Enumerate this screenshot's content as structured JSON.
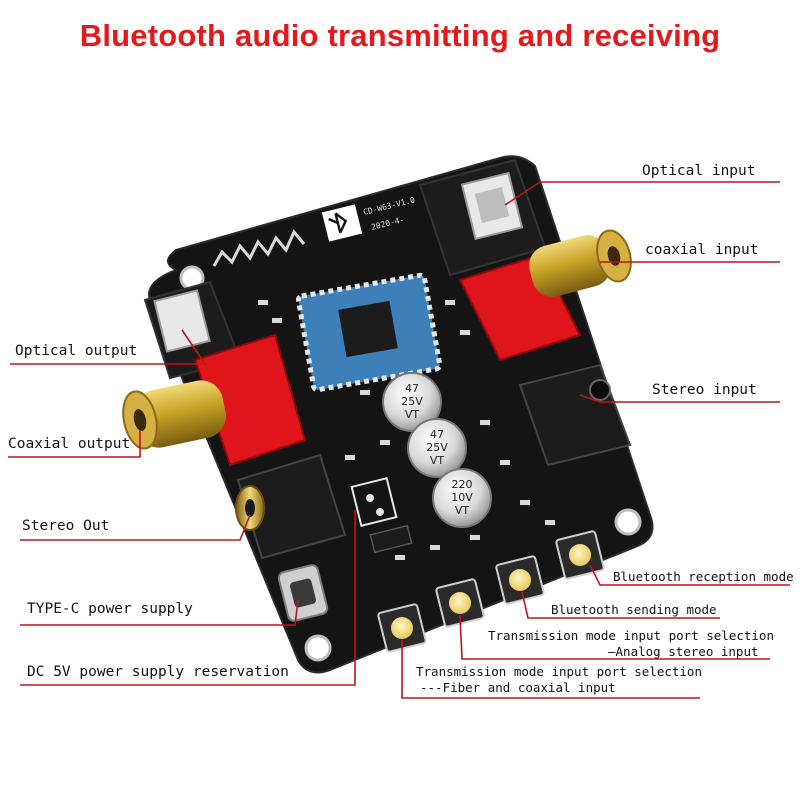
{
  "title": "Bluetooth audio transmitting and receiving",
  "board_marking": {
    "model": "CD-W63-V1.0",
    "date": "2020-4-"
  },
  "capacitors": [
    {
      "value": "47",
      "voltage": "25V",
      "mark": "VT"
    },
    {
      "value": "47",
      "voltage": "25V",
      "mark": "VT"
    },
    {
      "value": "220",
      "voltage": "10V",
      "mark": "VT"
    }
  ],
  "labels": {
    "optical_input": "Optical input",
    "coaxial_input": "coaxial input",
    "stereo_input": "Stereo input",
    "optical_output": "Optical output",
    "coaxial_output": "Coaxial output",
    "stereo_out": "Stereo Out",
    "type_c_power": "TYPE-C power supply",
    "dc5v_reservation": "DC 5V power supply reservation",
    "bt_reception_mode": "Bluetooth reception mode",
    "bt_sending_mode": "Bluetooth sending mode",
    "analog_selection_line1": "Transmission mode input port selection",
    "analog_selection_line2": "—Analog stereo input",
    "fiber_selection_line1": "Transmission mode input port selection",
    "fiber_selection_line2": "---Fiber and coaxial input"
  },
  "colors": {
    "title": "#e3191c",
    "leader_line": "#c0141b",
    "pcb": "#141414",
    "rca_red": "#e0141b",
    "rca_gold": "#c9a227"
  }
}
